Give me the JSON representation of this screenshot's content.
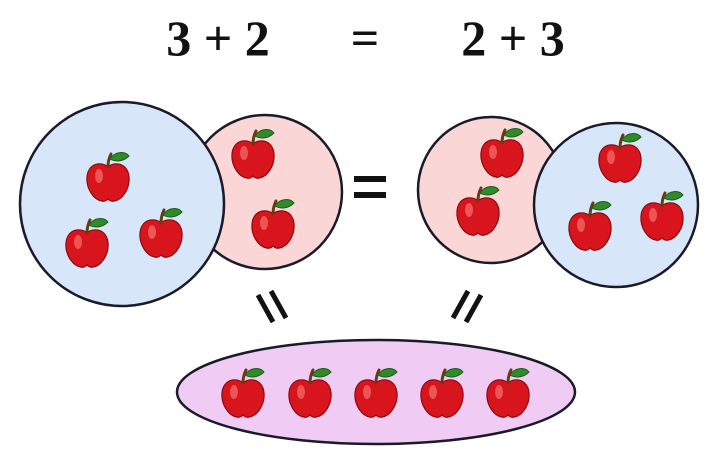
{
  "equation": {
    "left": "3 + 2",
    "equals": "=",
    "right": "2 + 3"
  },
  "groups": {
    "left_blue_count": 3,
    "left_pink_count": 2,
    "right_pink_count": 2,
    "right_blue_count": 3,
    "bottom_total_count": 5
  },
  "colors": {
    "blue_circle": "#d7e6f8",
    "pink_circle": "#fbd6d6",
    "purple_ellipse": "#f0ccf4",
    "outline": "#1a1a2a",
    "apple_red": "#d8141c",
    "apple_highlight": "#f46a6a",
    "leaf_green": "#2f8a2a",
    "stem_brown": "#6b3a12"
  }
}
